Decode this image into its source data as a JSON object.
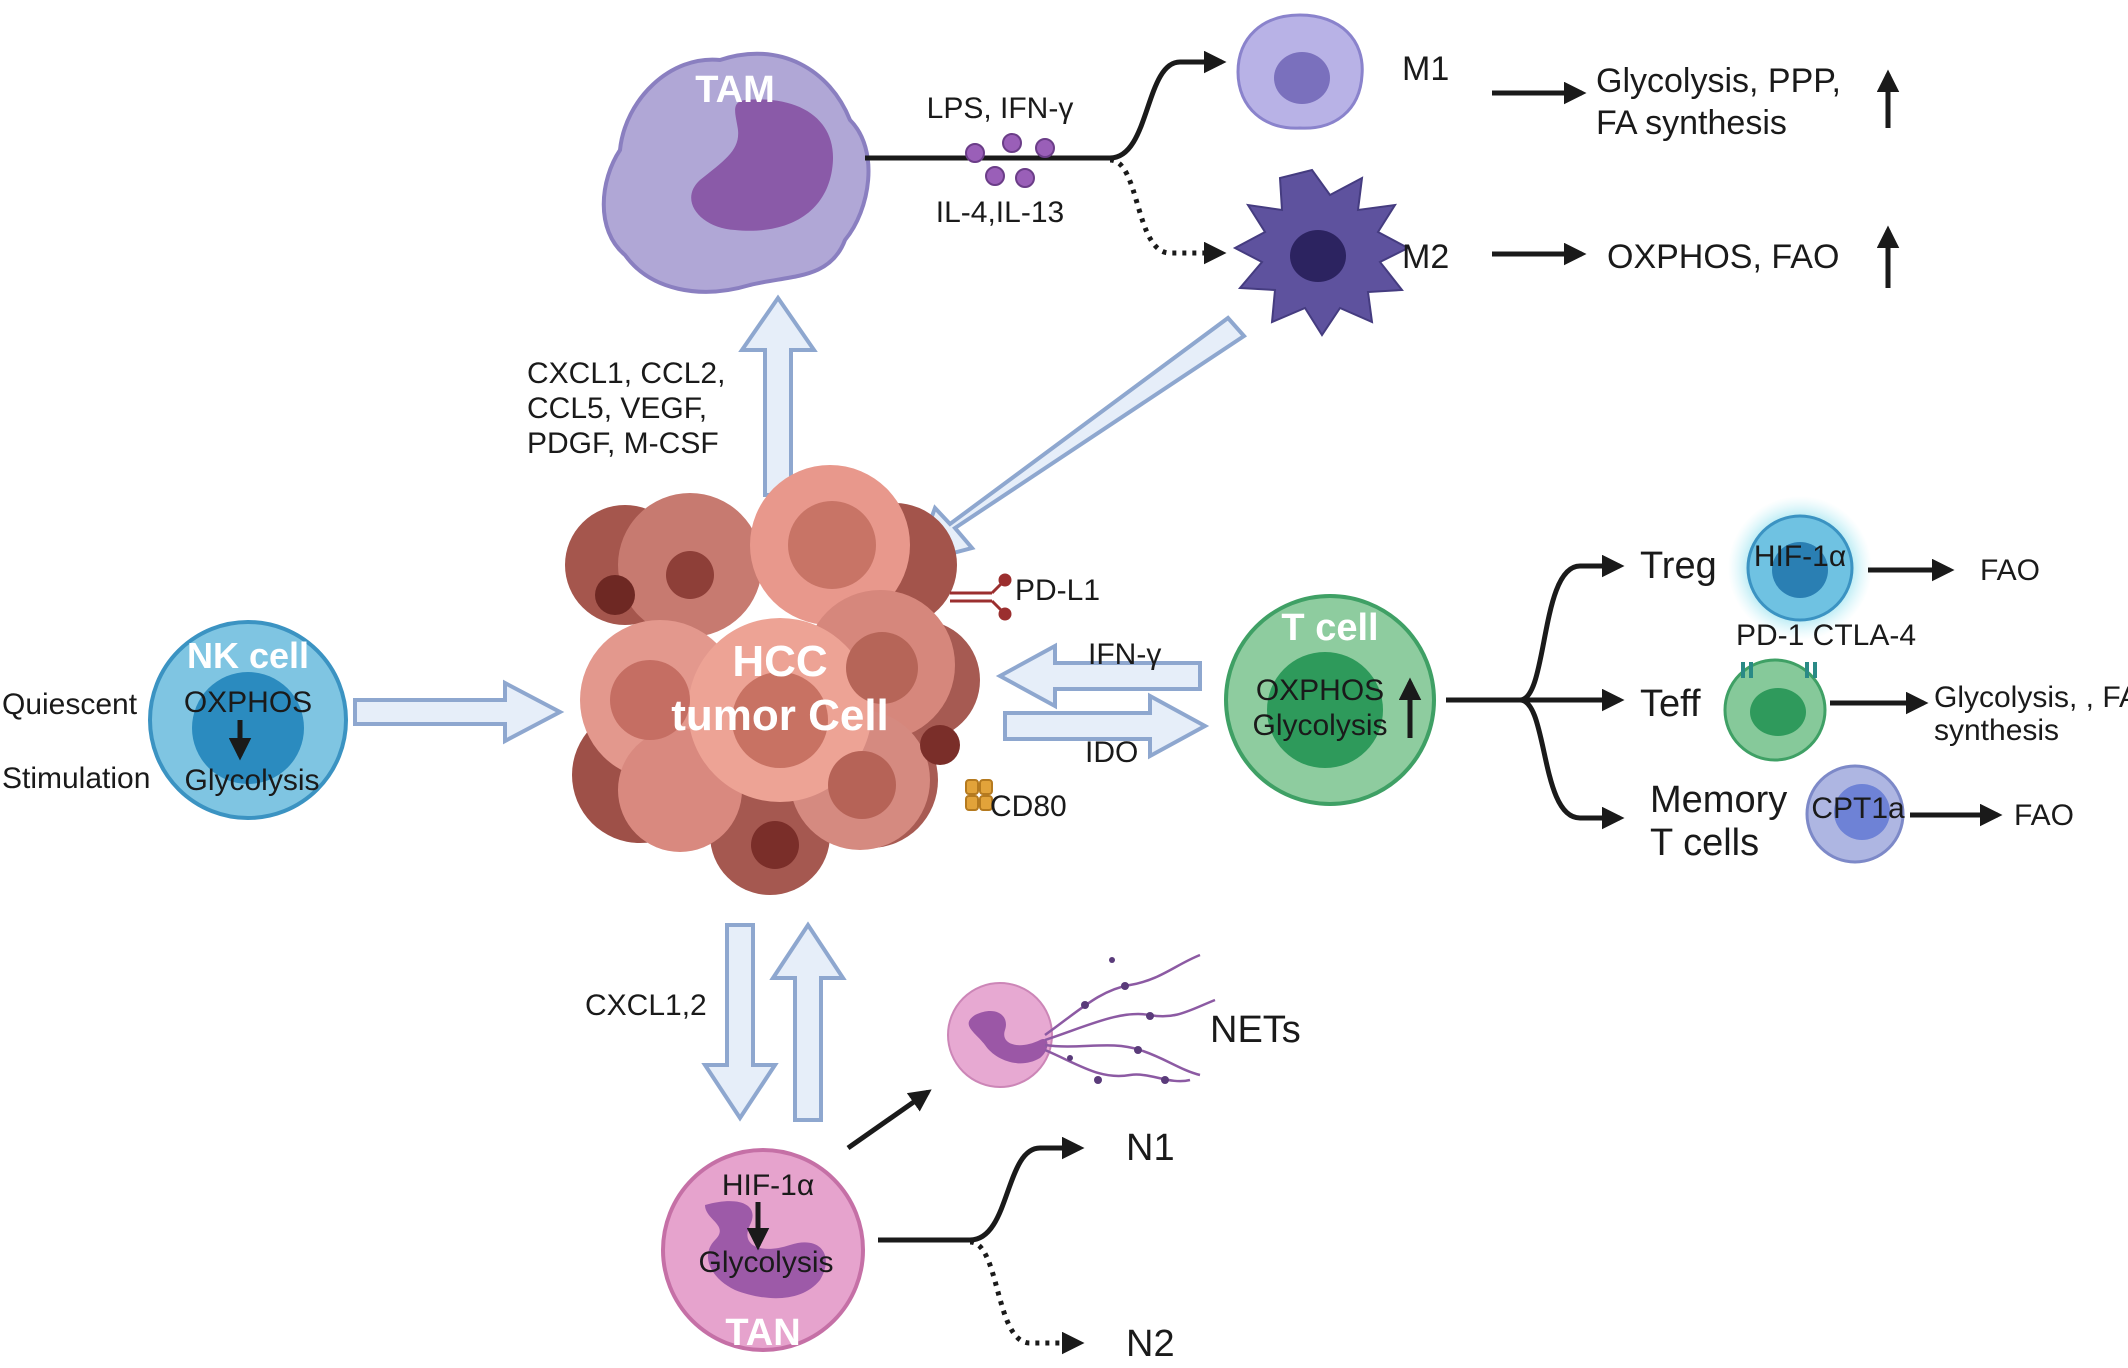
{
  "cells": {
    "tam": "TAM",
    "m1": "M1",
    "m2": "M2",
    "hcc_line1": "HCC",
    "hcc_line2": "tumor Cell",
    "nk": "NK cell",
    "t_cell": "T cell",
    "tan": "TAN",
    "treg": "Treg",
    "teff": "Teff",
    "memory_line1": "Memory",
    "memory_line2": "T cells",
    "nets": "NETs",
    "n1": "N1",
    "n2": "N2"
  },
  "labels": {
    "lps_ifn": "LPS, IFN-γ",
    "il4_il13": "IL-4,IL-13",
    "m1_output_line1": "Glycolysis, PPP,",
    "m1_output_line2": "FA synthesis",
    "m2_output": "OXPHOS, FAO",
    "chemokines_line1": "CXCL1, CCL2,",
    "chemokines_line2": "CCL5, VEGF,",
    "chemokines_line3": "PDGF, M-CSF",
    "pd_l1": "PD-L1",
    "cd80": "CD80",
    "ifn_gamma": "IFN-γ",
    "ido": "IDO",
    "nk_oxphos": "OXPHOS",
    "nk_glycolysis": "Glycolysis",
    "quiescent": "Quiescent",
    "stimulation": "Stimulation",
    "t_oxphos": "OXPHOS",
    "t_glycolysis": "Glycolysis",
    "hif1a_treg": "HIF-1α",
    "treg_output": "FAO",
    "pd1_ctla4": "PD-1 CTLA-4",
    "teff_output_line1": "Glycolysis, , FA",
    "teff_output_line2": "synthesis",
    "cpt1a": "CPT1a",
    "memory_output": "FAO",
    "cxcl12": "CXCL1,2",
    "tan_hif1a": "HIF-1α",
    "tan_glycolysis": "Glycolysis"
  }
}
